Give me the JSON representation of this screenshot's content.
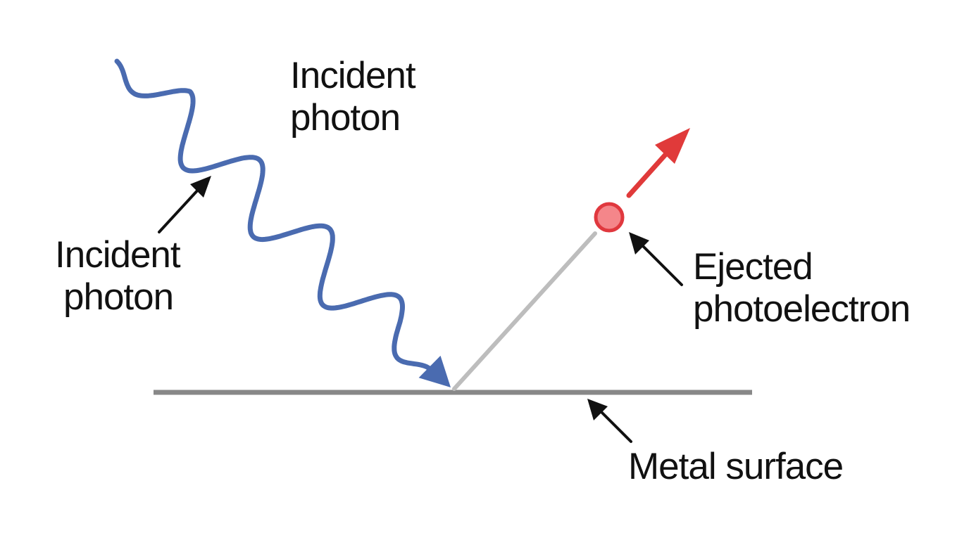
{
  "diagram": {
    "labels": {
      "incident_photon_top": {
        "line1": "Incident",
        "line2": "photon"
      },
      "incident_photon_left": {
        "line1": "Incident",
        "line2": "photon"
      },
      "ejected_photoelectron": {
        "line1": "Ejected",
        "line2": "photoelectron"
      },
      "metal_surface": "Metal surface"
    },
    "colors": {
      "photon_wave": "#4a6bb0",
      "electron_fill": "#f4868a",
      "electron_stroke": "#e0383e",
      "electron_arrow": "#e03a3a",
      "electron_path": "#bdbdbd",
      "metal_surface": "#888888",
      "pointer_arrows": "#111111"
    },
    "icons": {
      "photon": "wavy-arrow-icon",
      "electron": "circle-particle-icon"
    }
  }
}
